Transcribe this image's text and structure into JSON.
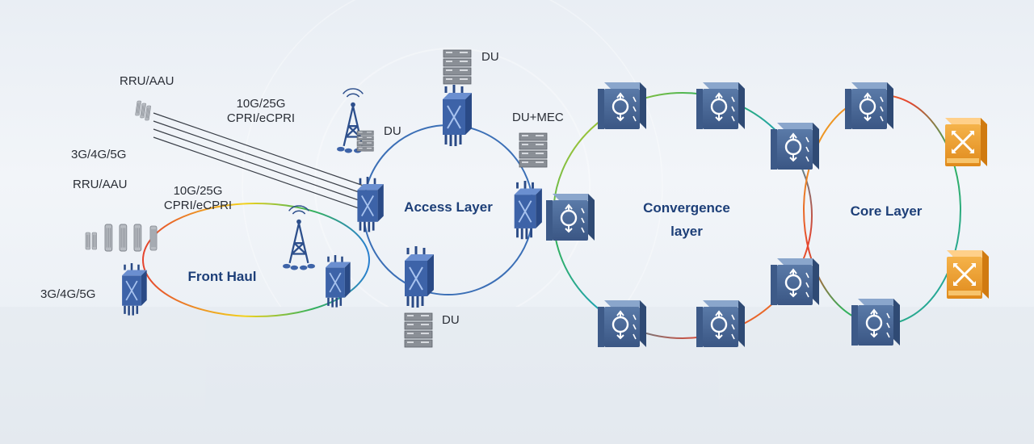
{
  "layers": {
    "front_haul": "Front Haul",
    "access": "Access Layer",
    "convergence_line1": "Convergence",
    "convergence_line2": "layer",
    "core": "Core Layer"
  },
  "labels": {
    "rru_aau_top": "RRU/AAU",
    "link_top_line1": "10G/25G",
    "link_top_line2": "CPRI/eCPRI",
    "gen_top": "3G/4G/5G",
    "rru_aau_mid": "RRU/AAU",
    "link_mid_line1": "10G/25G",
    "link_mid_line2": "CPRI/eCPRI",
    "gen_bottom": "3G/4G/5G",
    "du_left": "DU",
    "du_top": "DU",
    "du_mec": "DU+MEC",
    "du_bottom": "DU"
  },
  "colors": {
    "router_blue": "#4f6f9c",
    "router_top": "#6d8cb8",
    "core_orange": "#f0a22e",
    "layer_text": "#1d3f78",
    "ring_blue": "#3b6fb6",
    "ring_red": "#e5432e",
    "ring_yellow": "#f3d21c",
    "ring_green": "#33b15a",
    "ring_teal": "#1fa2b8"
  },
  "icons": {
    "router": "router-icon",
    "core_switch": "core-switch-icon",
    "antenna_tower": "antenna-tower-icon",
    "server_rack": "server-rack-icon",
    "radio_unit": "radio-unit-icon",
    "cross_connect": "cross-connect-icon"
  }
}
